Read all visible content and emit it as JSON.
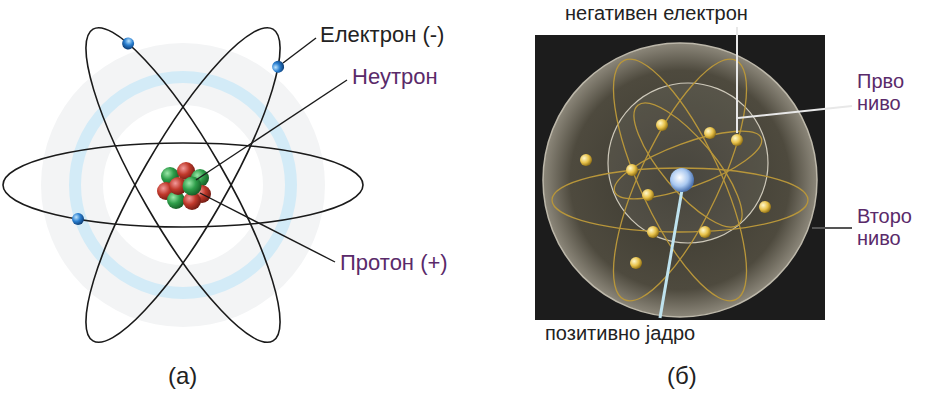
{
  "diagram": {
    "labels": [
      "Електрон (-)",
      "Неутрон",
      "Протон (+)",
      "негативен електрон",
      "Прво ниво",
      "Второ ниво",
      "позитивно јадро",
      "(а)",
      "(б)"
    ]
  }
}
